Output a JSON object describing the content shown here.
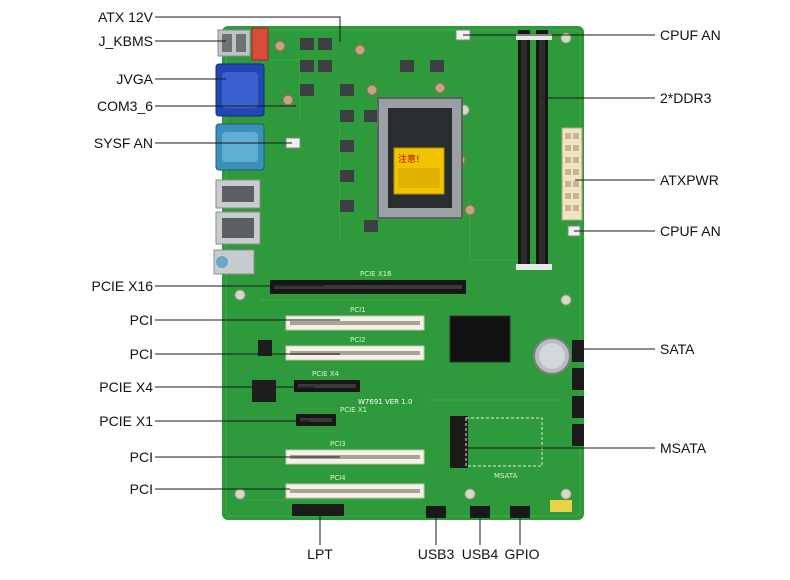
{
  "left_labels": [
    "ATX 12V",
    "J_KBMS",
    "JVGA",
    "COM3_6",
    "SYSF AN",
    "PCIE X16",
    "PCI",
    "PCI",
    "PCIE X4",
    "PCIE X1",
    "PCI",
    "PCI"
  ],
  "right_labels": [
    "CPUF AN",
    "2*DDR3",
    "ATXPWR",
    "CPUF AN",
    "SATA",
    "MSATA"
  ],
  "bottom_labels": [
    "LPT",
    "USB3",
    "USB4",
    "GPIO"
  ],
  "board_text": {
    "socket_warning": "注意!",
    "slot_pcie16": "PCIE X16",
    "slot_pci1": "PCI1",
    "slot_pci2": "PCI2",
    "slot_pcie4": "PCIE X4",
    "slot_pcie1": "PCIE X1",
    "slot_pci3": "PCI3",
    "slot_pci4": "PCI4",
    "msata_silk": "MSATA",
    "version": "W7691 VER 1.0"
  },
  "colors": {
    "pcb": "#2e9a3c",
    "pcb_dark": "#1f7a2c",
    "slot_white": "#f4f1e8",
    "slot_black": "#161616",
    "socket_yellow": "#f2c300",
    "vga_blue": "#2346b5",
    "com_cyan": "#3d8fb8",
    "sata_black": "#1a1a1a",
    "label": "#111111",
    "line": "#1a1a1a"
  }
}
